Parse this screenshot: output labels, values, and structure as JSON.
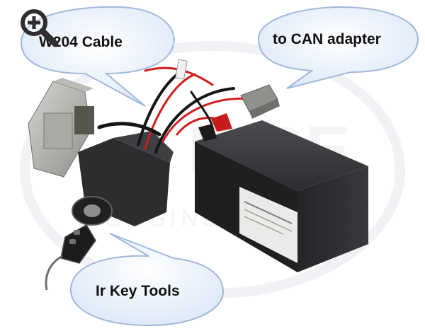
{
  "callouts": {
    "cable_label": "W204 Cable",
    "can_adapter_label": "to CAN adapter",
    "key_tools_label": "Ir Key Tools"
  },
  "watermark": {
    "top_text": "KIBE",
    "bottom_text": "ENGINEERING"
  },
  "icons": {
    "zoom": "zoom-in-magnifier-icon"
  },
  "colors": {
    "bubble_fill": "#eef3fb",
    "bubble_stroke": "#9fb8dd",
    "cable_red": "#d21d1d",
    "cable_black": "#151515",
    "battery_body": "#2a2c2e",
    "label_panel": "#e9ebe8"
  }
}
